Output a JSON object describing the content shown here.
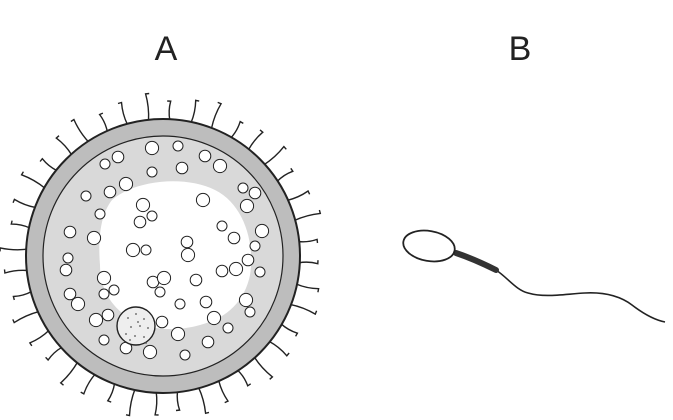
{
  "labels": {
    "panel_a": "A",
    "panel_b": "B"
  },
  "colors": {
    "ink": "#222222",
    "outer_ring": "#bdbdbd",
    "cytoplasm": "#d9d9d9",
    "clear_zone": "#ffffff",
    "granule_fill": "#ffffff",
    "sperm_neck": "#333333"
  },
  "egg": {
    "has_zona_pellucida": true,
    "has_radiating_hairs": true,
    "has_nucleus_with_dots": true
  },
  "sperm": {
    "parts": [
      "head",
      "midpiece",
      "tail"
    ]
  }
}
